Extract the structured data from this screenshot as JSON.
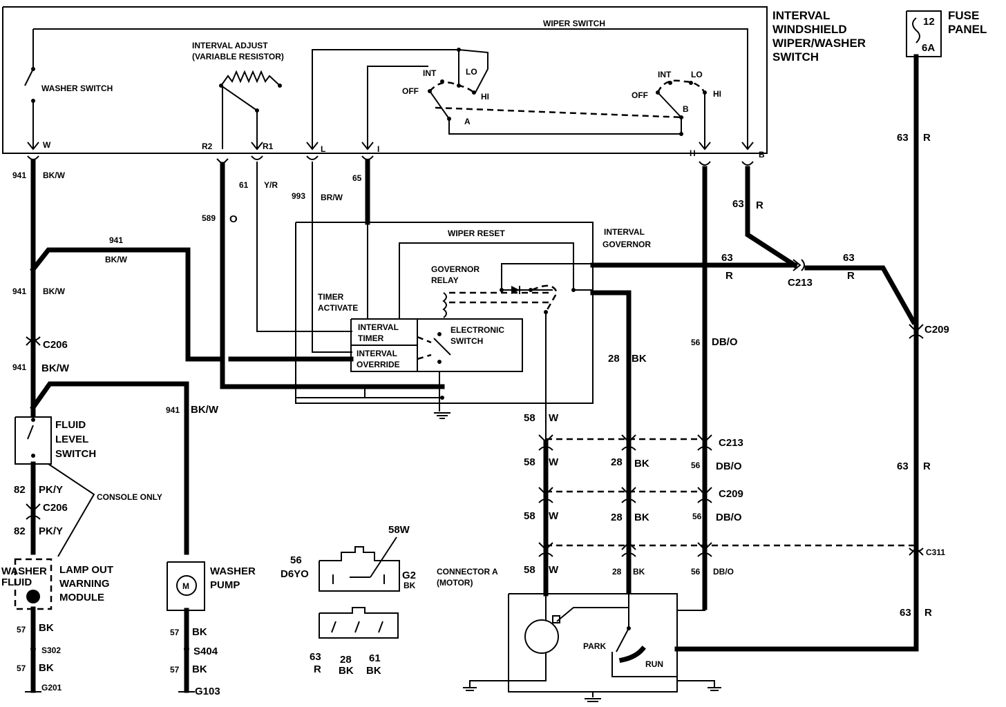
{
  "titles": {
    "switch_title": [
      "INTERVAL",
      "WINDSHIELD",
      "WIPER/WASHER",
      "SWITCH"
    ],
    "fuse_panel": [
      "FUSE",
      "PANEL"
    ],
    "fuse_number": "12",
    "fuse_rating": "6A",
    "wiper_switch": "WIPER SWITCH",
    "interval_adjust": [
      "INTERVAL ADJUST",
      "(VARIABLE RESISTOR)"
    ],
    "washer_switch": "WASHER SWITCH",
    "wiper_reset": "WIPER RESET",
    "interval_governor": [
      "INTERVAL",
      "GOVERNOR"
    ],
    "governor_relay": [
      "GOVERNOR",
      "RELAY"
    ],
    "timer_activate": [
      "TIMER",
      "ACTIVATE"
    ],
    "interval_timer": [
      "INTERVAL",
      "TIMER"
    ],
    "interval_override": [
      "INTERVAL",
      "OVERRIDE"
    ],
    "electronic_switch": [
      "ELECTRONIC",
      "SWITCH"
    ],
    "fluid_level_switch": [
      "FLUID",
      "LEVEL",
      "SWITCH"
    ],
    "console_only": "CONSOLE ONLY",
    "washer_fluid": [
      "WASHER",
      "FLUID"
    ],
    "lamp_out_module": [
      "LAMP OUT",
      "WARNING",
      "MODULE"
    ],
    "washer_pump": [
      "WASHER",
      "PUMP"
    ],
    "connector_a": [
      "CONNECTOR A",
      "(MOTOR)"
    ],
    "park": "PARK",
    "run": "RUN",
    "motor_symbol": "M"
  },
  "switch_positions": {
    "int": "INT",
    "lo": "LO",
    "hi": "HI",
    "off": "OFF",
    "contact_a": "A",
    "contact_b": "B"
  },
  "terminals": {
    "w": "W",
    "r2": "R2",
    "r1": "R1",
    "l": "L",
    "i": "I",
    "h": "H",
    "b": "B"
  },
  "circuits": {
    "c941": "941",
    "bkw": "BK/W",
    "c61": "61",
    "yr": "Y/R",
    "c589": "589",
    "o": "O",
    "c993": "993",
    "brw": "BR/W",
    "c65": "65",
    "c63": "63",
    "r": "R",
    "c56": "56",
    "dbo": "DB/O",
    "c28": "28",
    "bk": "BK",
    "c58": "58",
    "w": "W",
    "c82": "82",
    "pky": "PK/Y",
    "c57": "57"
  },
  "connectors": {
    "c206": "C206",
    "c213": "C213",
    "c209": "C209",
    "c311": "C311",
    "s302": "S302",
    "g201": "G201",
    "s404": "S404",
    "g103": "G103"
  },
  "connector_detail": {
    "pin_58w": "58W",
    "pin_56": "56",
    "pin_d6yo": "D6YO",
    "pin_g2": "G2",
    "pin_g2_color": "BK",
    "bottom_pins": [
      {
        "circuit": "63",
        "color": "R"
      },
      {
        "circuit": "28",
        "color": "BK"
      },
      {
        "circuit": "61",
        "color": "BK"
      }
    ]
  }
}
